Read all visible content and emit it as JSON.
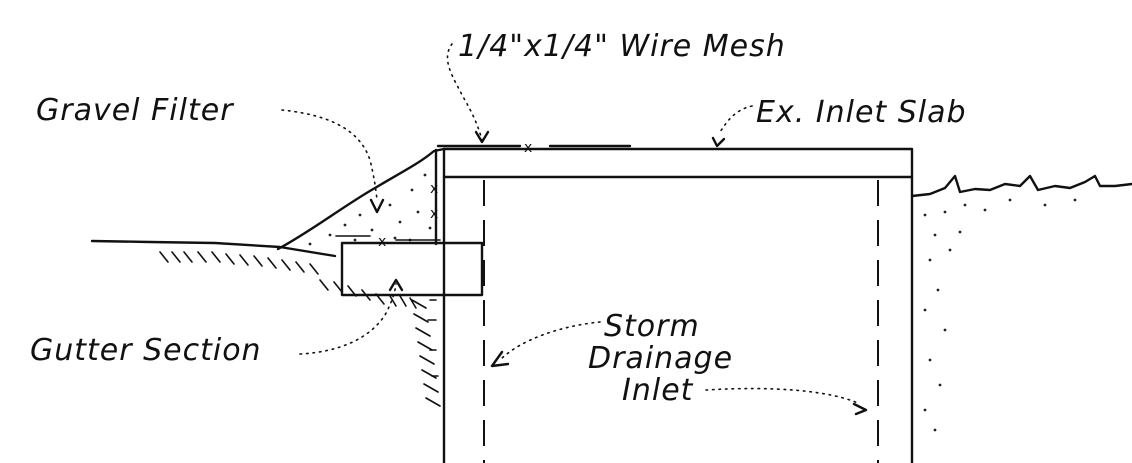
{
  "labels": {
    "wire_mesh": "1/4\"x1/4\" Wire Mesh",
    "gravel_filter": "Gravel Filter",
    "inlet_slab": "Ex. Inlet Slab",
    "gutter_section": "Gutter Section",
    "storm_line1": "Storm",
    "storm_line2": "Drainage",
    "storm_line3": "Inlet"
  },
  "colors": {
    "ink": "#111111",
    "background": "#ffffff"
  }
}
